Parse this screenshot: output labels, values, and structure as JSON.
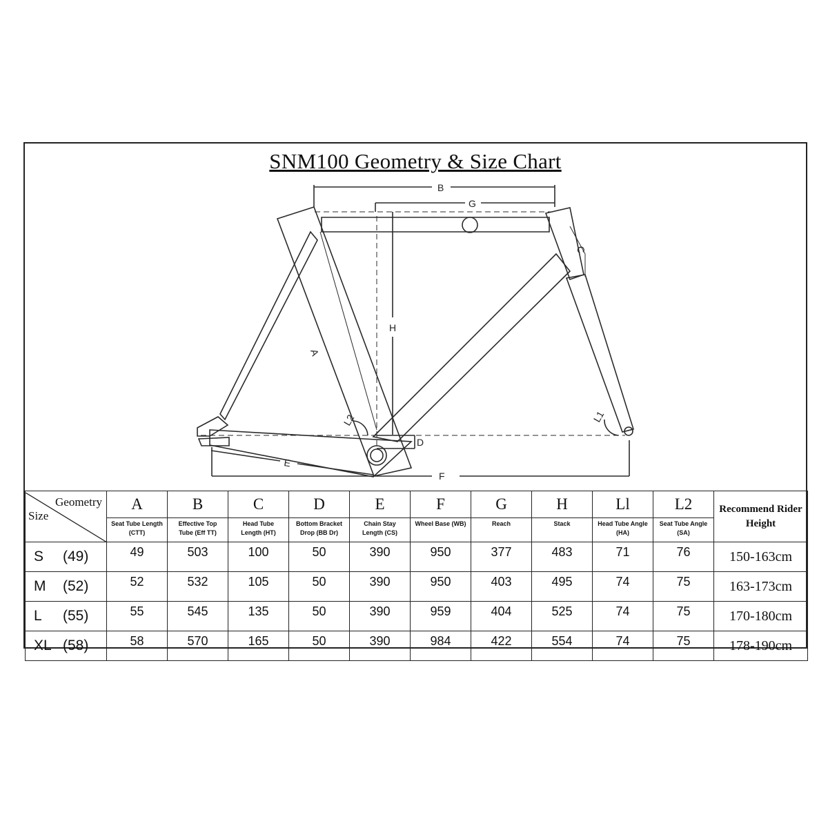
{
  "title": "SNM100 Geometry & Size Chart",
  "diagram_labels": {
    "top_tube": "B",
    "reach": "G",
    "head_tube": "C",
    "stack": "H",
    "seat_tube": "A",
    "seat_angle": "L2",
    "head_angle": "L1",
    "bb_drop": "D",
    "chain_stay": "E",
    "wheel_base": "F"
  },
  "table": {
    "corner_geometry": "Geometry",
    "corner_size": "Size",
    "columns": [
      {
        "letter": "A",
        "desc1": "Seat Tube Length",
        "desc2": "(CTT)"
      },
      {
        "letter": "B",
        "desc1": "Effective Top",
        "desc2": "Tube (Eff TT)"
      },
      {
        "letter": "C",
        "desc1": "Head Tube",
        "desc2": "Length (HT)"
      },
      {
        "letter": "D",
        "desc1": "Bottom Bracket",
        "desc2": "Drop (BB Dr)"
      },
      {
        "letter": "E",
        "desc1": "Chain Stay",
        "desc2": "Length (CS)"
      },
      {
        "letter": "F",
        "desc1": "Wheel Base (WB)",
        "desc2": ""
      },
      {
        "letter": "G",
        "desc1": "Reach",
        "desc2": ""
      },
      {
        "letter": "H",
        "desc1": "Stack",
        "desc2": ""
      },
      {
        "letter": "Ll",
        "desc1": "Head Tube Angle",
        "desc2": "(HA)"
      },
      {
        "letter": "L2",
        "desc1": "Seat Tube Angle",
        "desc2": "(SA)"
      }
    ],
    "rec_header_1": "Recommend Rider",
    "rec_header_2": "Height",
    "rows": [
      {
        "code": "S",
        "size": "(49)",
        "values": [
          "49",
          "503",
          "100",
          "50",
          "390",
          "950",
          "377",
          "483",
          "71",
          "76"
        ],
        "height": "150-163cm"
      },
      {
        "code": "M",
        "size": "(52)",
        "values": [
          "52",
          "532",
          "105",
          "50",
          "390",
          "950",
          "403",
          "495",
          "74",
          "75"
        ],
        "height": "163-173cm"
      },
      {
        "code": "L",
        "size": "(55)",
        "values": [
          "55",
          "545",
          "135",
          "50",
          "390",
          "959",
          "404",
          "525",
          "74",
          "75"
        ],
        "height": "170-180cm"
      },
      {
        "code": "XL",
        "size": "(58)",
        "values": [
          "58",
          "570",
          "165",
          "50",
          "390",
          "984",
          "422",
          "554",
          "74",
          "75"
        ],
        "height": "178-190cm"
      }
    ]
  }
}
